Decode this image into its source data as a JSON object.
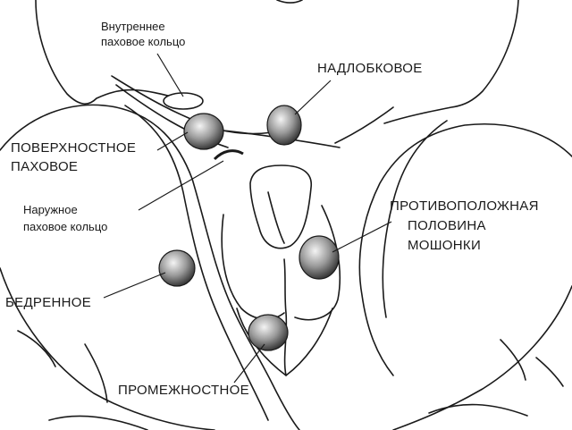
{
  "labels": {
    "internal_ring_line1": "Внутреннее",
    "internal_ring_line2": "паховое кольцо",
    "suprapubic": "НАДЛОБКОВОЕ",
    "superficial_inguinal_line1": "ПОВЕРХНОСТНОЕ",
    "superficial_inguinal_line2": "ПАХОВОЕ",
    "external_ring_line1": "Наружное",
    "external_ring_line2": "паховое кольцо",
    "contralateral_line1": "ПРОТИВОПОЛОЖНАЯ",
    "contralateral_line2": "ПОЛОВИНА",
    "contralateral_line3": "МОШОНКИ",
    "femoral": "БЕДРЕННОЕ",
    "perineal": "ПРОМЕЖНОСТНОЕ"
  },
  "colors": {
    "ink": "#1a1a1a",
    "background": "#ffffff",
    "testis_shade": "#6b6b6b"
  }
}
